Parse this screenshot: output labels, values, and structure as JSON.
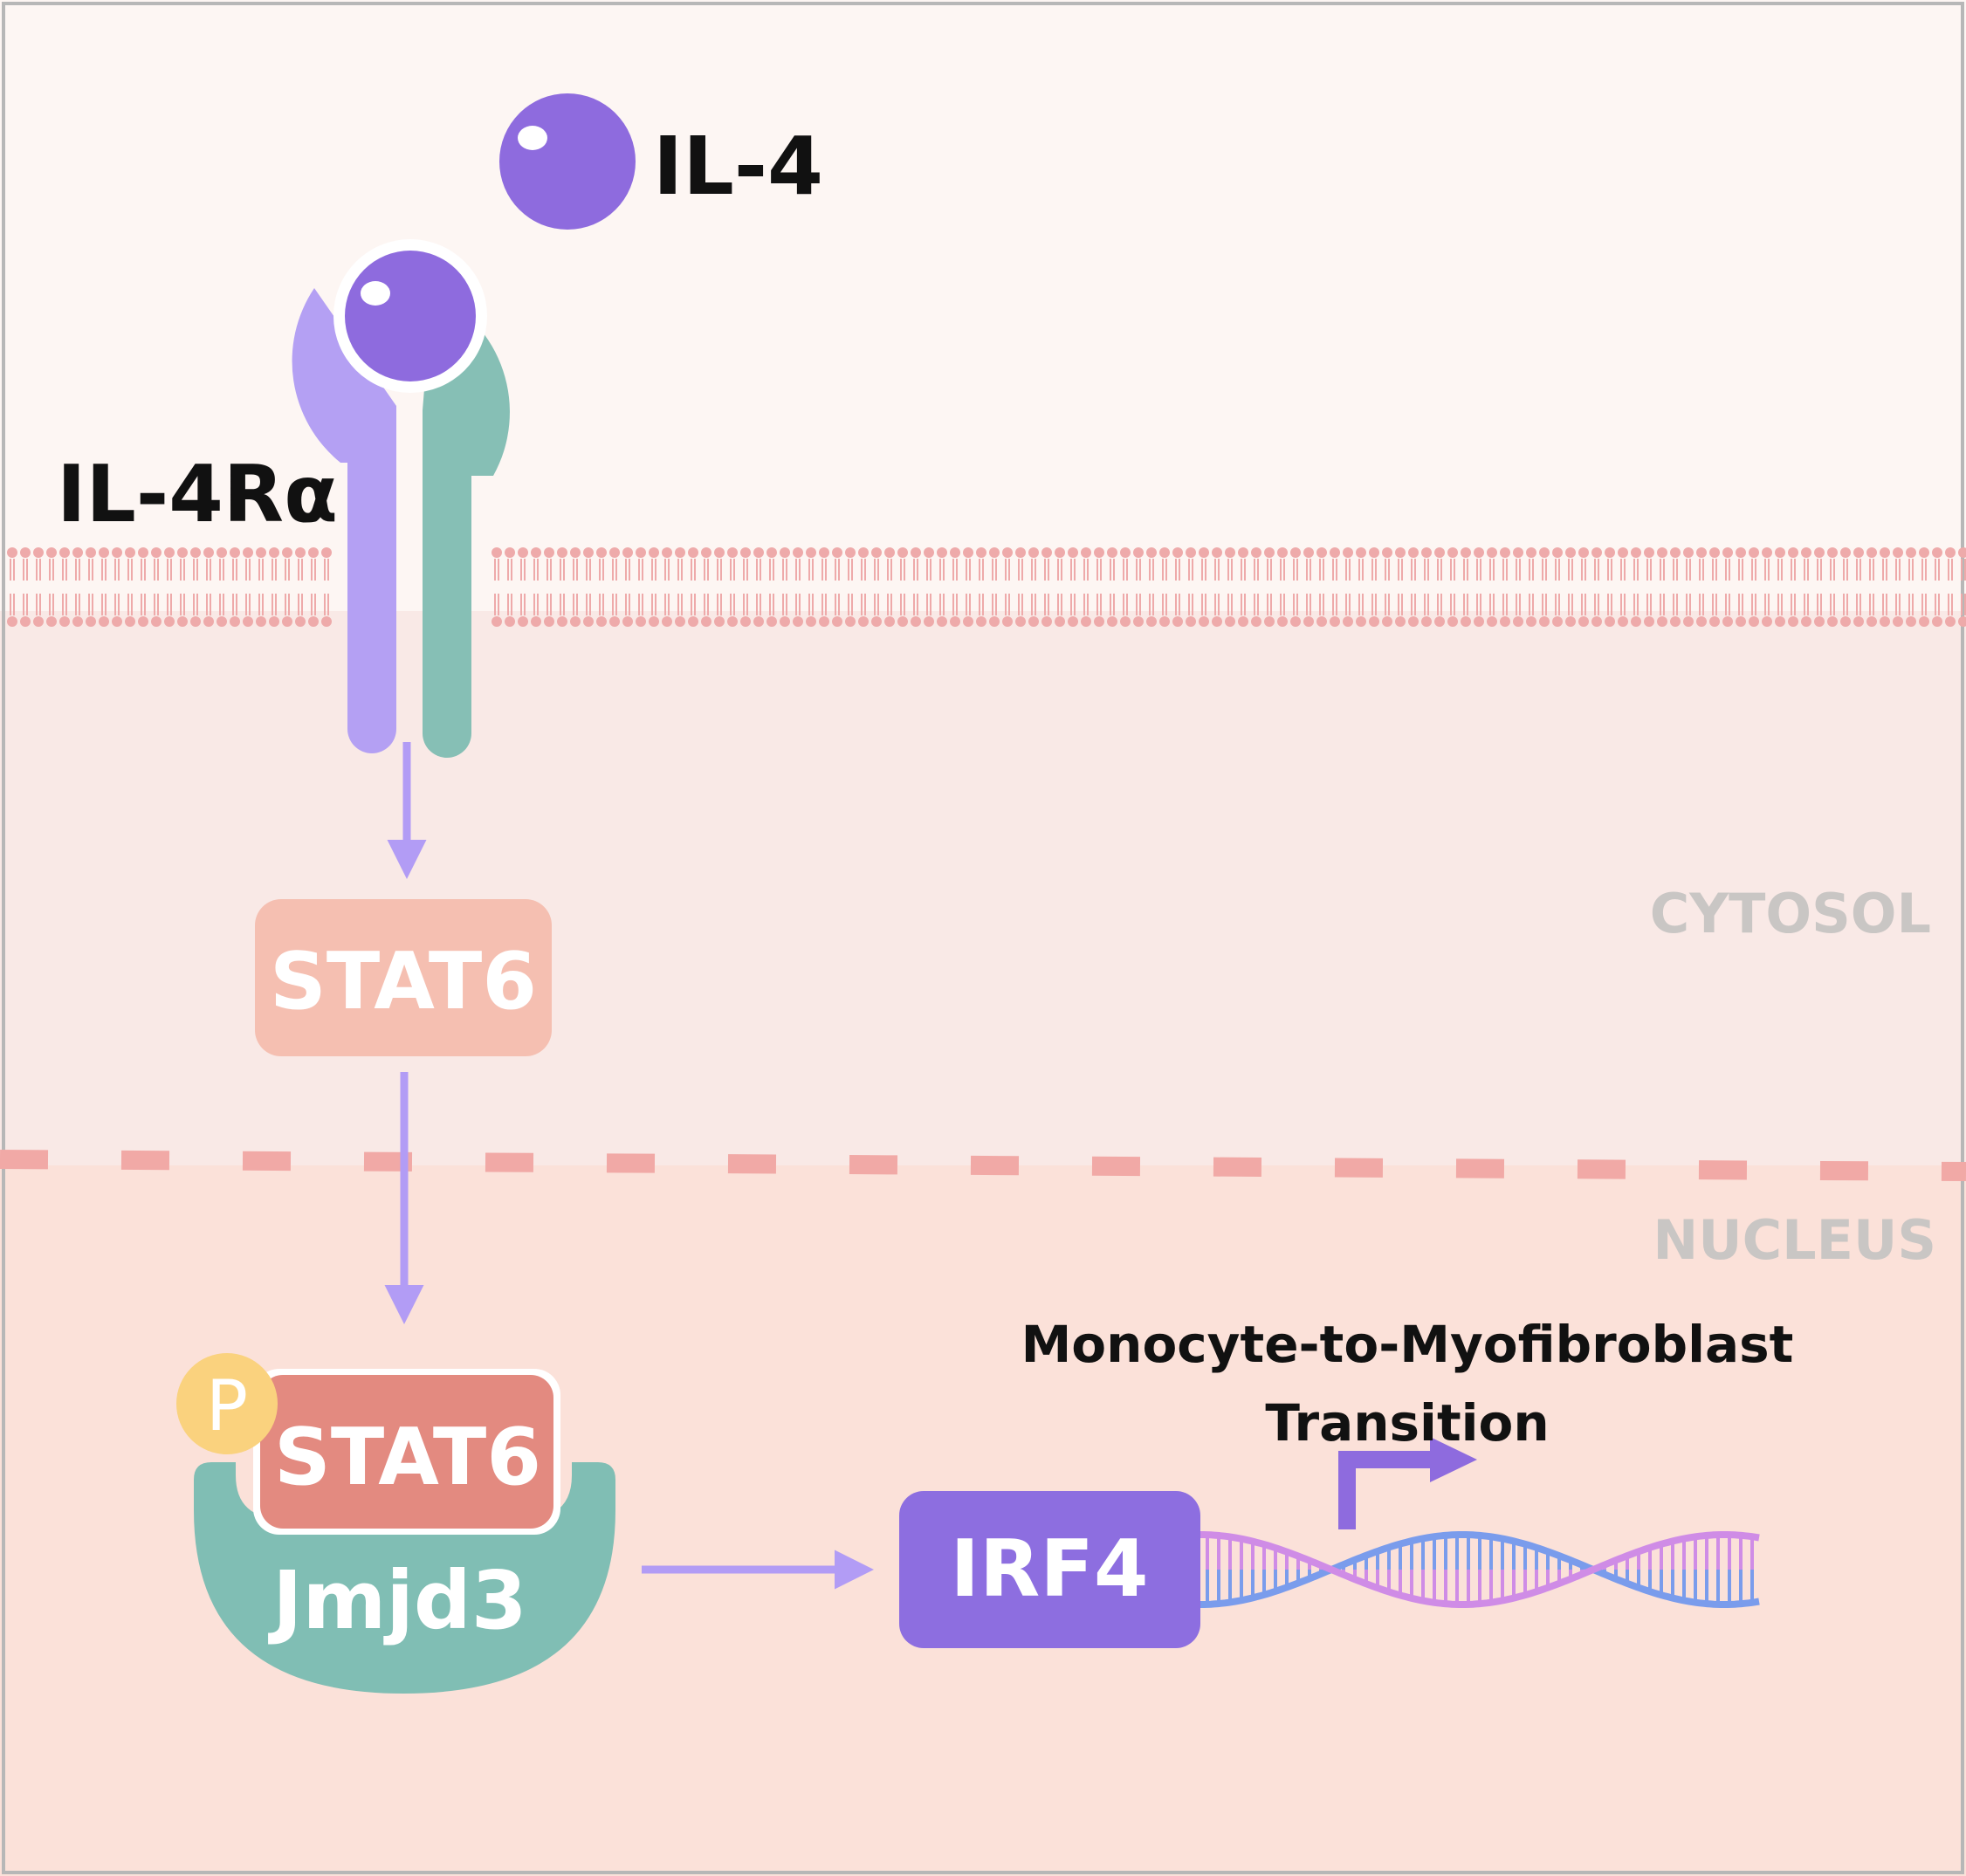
{
  "labels": {
    "ligand": "IL-4",
    "receptor": "IL-4Rα",
    "cytosol": "CYTOSOL",
    "nucleus": "NUCLEUS",
    "stat6": "STAT6",
    "phospho": "P",
    "stat6_phospho": "STAT6",
    "jmjd3": "Jmjd3",
    "irf4": "IRF4",
    "outcome_line1": "Monocyte-to-Myofibroblast",
    "outcome_line2": "Transition"
  },
  "colors": {
    "extracellular": "#fdf6f3",
    "cytosol": "#f9e9e6",
    "nucleus": "#fbe1d9",
    "membrane": "#eeaaaa",
    "nuclear_envelope": "#f1a9a6",
    "il4": "#8e6bde",
    "il4ra": "#b4a0f3",
    "receptor_chain2": "#86bfb5",
    "arrow": "#b29cf5",
    "stat6": "#f5bfb1",
    "stat6_phospho": "#e38a80",
    "phospho": "#fad27e",
    "jmjd3": "#80beb4",
    "irf4": "#8d6ee0",
    "dna_strand_a": "#cf8ce6",
    "dna_strand_b": "#7a9cec",
    "tss_arrow": "#8e6bde"
  }
}
